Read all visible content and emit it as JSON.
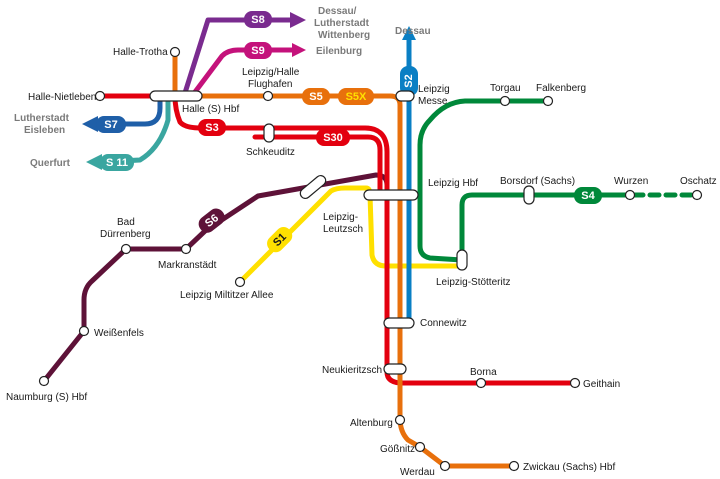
{
  "lines": {
    "s1": {
      "name": "S1",
      "color": "#ffe000"
    },
    "s2": {
      "name": "S2",
      "color": "#0a7fc4"
    },
    "s3": {
      "name": "S3",
      "color": "#e3000f"
    },
    "s30": {
      "name": "S30",
      "color": "#e3000f"
    },
    "s4": {
      "name": "S4",
      "color": "#00883a"
    },
    "s5": {
      "name": "S5",
      "color": "#e8700c"
    },
    "s5x": {
      "name": "S5X",
      "color": "#e8700c"
    },
    "s6": {
      "name": "S6",
      "color": "#5e1238"
    },
    "s7": {
      "name": "S7",
      "color": "#1f5fa8"
    },
    "s8": {
      "name": "S8",
      "color": "#7a2b8f"
    },
    "s9": {
      "name": "S9",
      "color": "#c4127b"
    },
    "s11": {
      "name": "S 11",
      "color": "#3aa6a0"
    }
  },
  "stations": {
    "halle_trotha": "Halle-Trotha",
    "halle_nietleben": "Halle-Nietleben",
    "halle_hbf": "Halle (S) Hbf",
    "flughafen_1": "Leipzig/Halle",
    "flughafen_2": "Flughafen",
    "schkeuditz": "Schkeuditz",
    "leipzig_messe_1": "Leipzig",
    "leipzig_messe_2": "Messe",
    "torgau": "Torgau",
    "falkenberg": "Falkenberg",
    "leipzig_hbf": "Leipzig Hbf",
    "borsdorf": "Borsdorf (Sachs)",
    "wurzen": "Wurzen",
    "oschatz": "Oschatz",
    "leutzsch_1": "Leipzig-",
    "leutzsch_2": "Leutzsch",
    "bad_duerrenberg_1": "Bad",
    "bad_duerrenberg_2": "Dürrenberg",
    "markranstaedt": "Markranstädt",
    "miltitzer_allee": "Leipzig Miltitzer Allee",
    "stoetteritz": "Leipzig-Stötteritz",
    "weissenfels": "Weißenfels",
    "connewitz": "Connewitz",
    "neukieritzsch": "Neukieritzsch",
    "borna": "Borna",
    "geithain": "Geithain",
    "naumburg": "Naumburg (S) Hbf",
    "altenburg": "Altenburg",
    "goessnitz": "Gößnitz",
    "werdau": "Werdau",
    "zwickau": "Zwickau (Sachs) Hbf"
  },
  "destinations": {
    "dessau_wittenberg": [
      "Dessau/",
      "Lutherstadt",
      "Wittenberg"
    ],
    "eilenburg": "Eilenburg",
    "dessau": "Dessau",
    "lutherstadt_eisleben": [
      "Lutherstadt",
      "Eisleben"
    ],
    "querfurt": "Querfurt"
  }
}
